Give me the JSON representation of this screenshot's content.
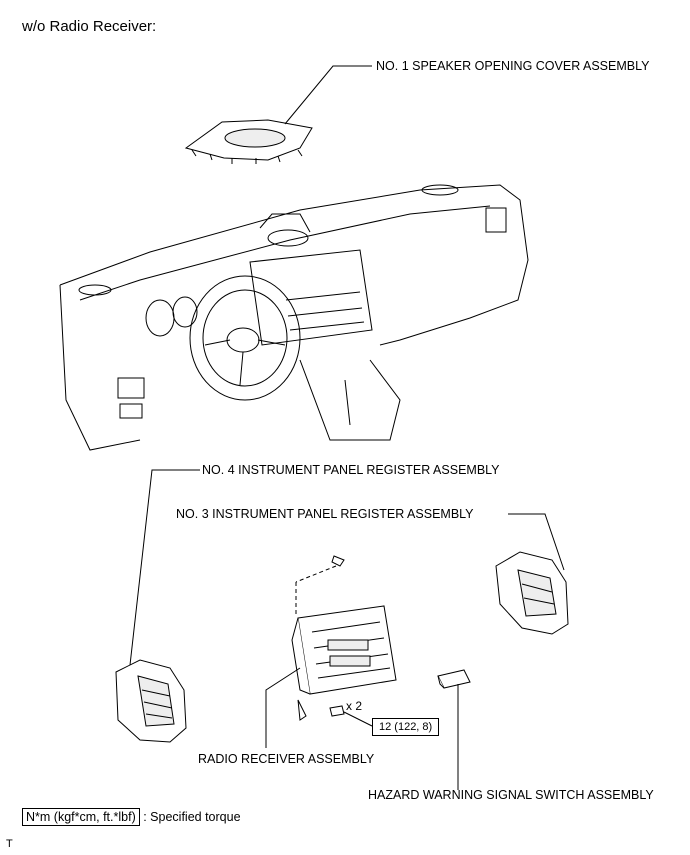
{
  "heading": "w/o Radio Receiver:",
  "labels": {
    "speaker_cover": "NO. 1 SPEAKER OPENING COVER ASSEMBLY",
    "register_no4": "NO. 4 INSTRUMENT PANEL REGISTER ASSEMBLY",
    "register_no3": "NO. 3 INSTRUMENT PANEL REGISTER ASSEMBLY",
    "radio_receiver": "RADIO RECEIVER ASSEMBLY",
    "hazard_switch": "HAZARD WARNING SIGNAL SWITCH ASSEMBLY"
  },
  "fastener_qty": "x 2",
  "torque_value": "12 (122, 8)",
  "legend": {
    "box_text": "N*m (kgf*cm, ft.*lbf)",
    "description": ": Specified torque"
  },
  "corner_mark": "T",
  "colors": {
    "line": "#000000",
    "fill": "#ffffff",
    "shade": "#d9d9d9"
  }
}
